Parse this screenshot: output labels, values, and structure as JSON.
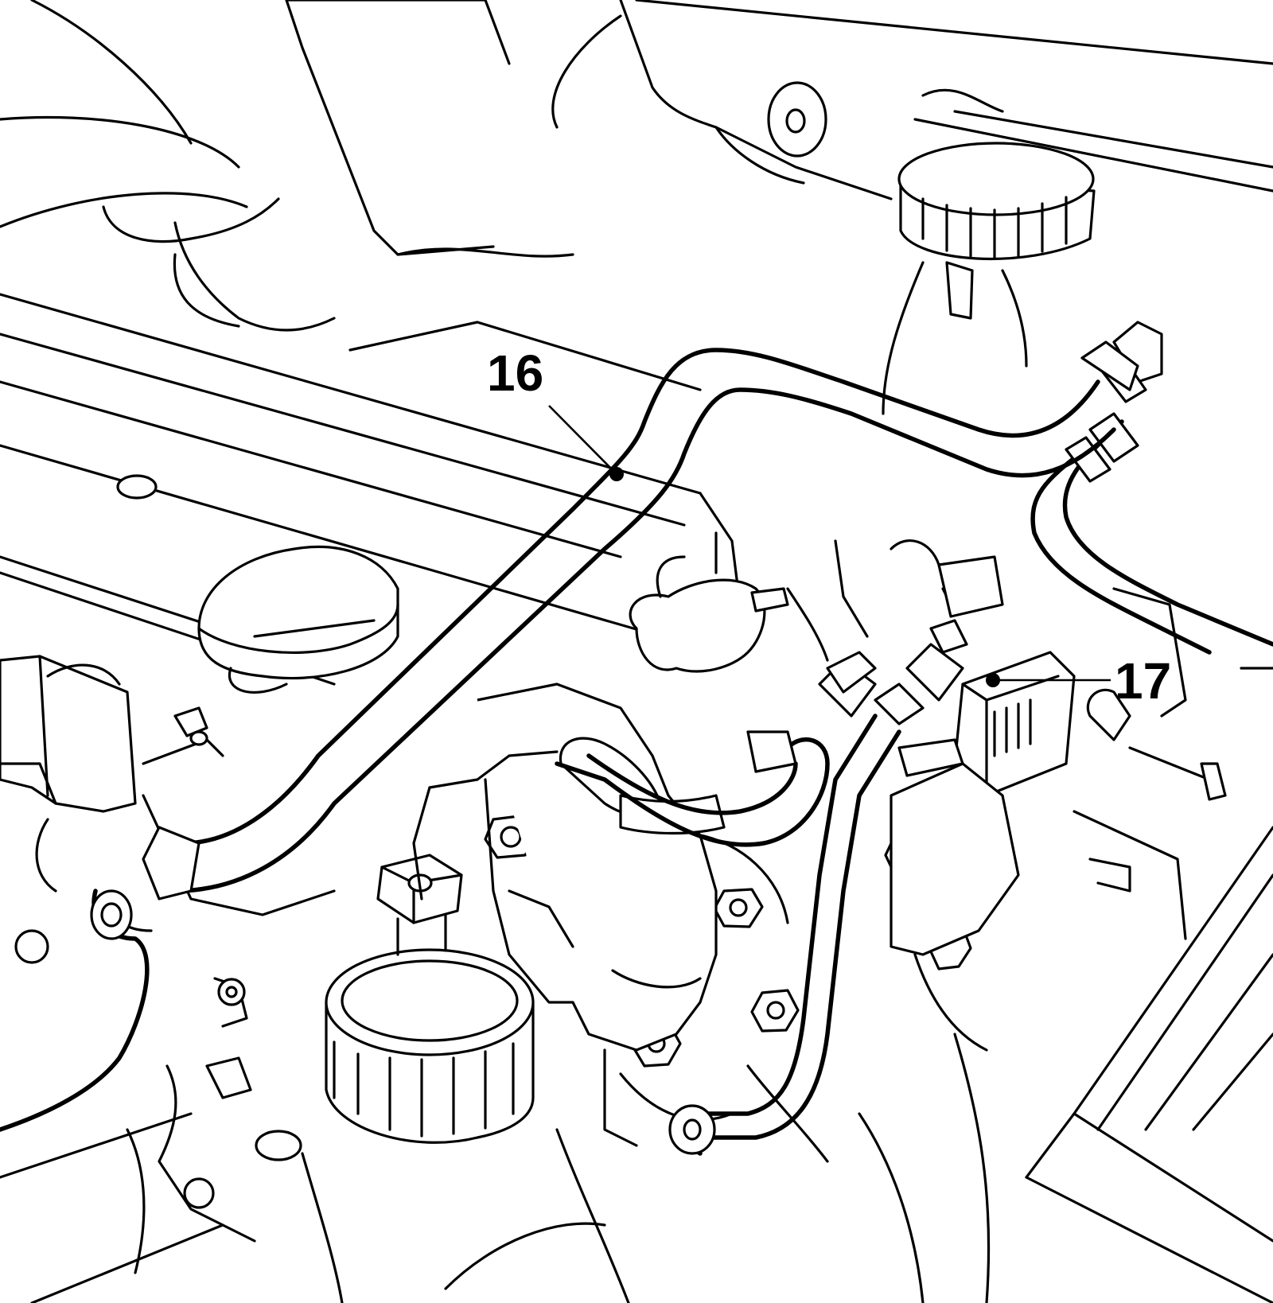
{
  "callouts": [
    {
      "id": "16",
      "label": "16"
    },
    {
      "id": "17",
      "label": "17"
    }
  ],
  "colors": {
    "line": "#000000",
    "background": "#ffffff"
  }
}
